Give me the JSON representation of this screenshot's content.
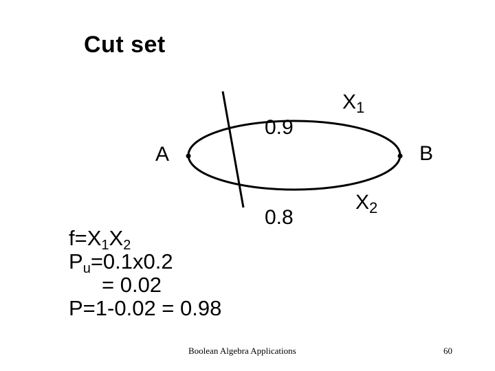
{
  "slide": {
    "title": "Cut set",
    "footer_center": "Boolean Algebra Applications",
    "page_number": "60"
  },
  "diagram": {
    "node_a": "A",
    "node_b": "B",
    "upper_path": {
      "name": "X",
      "subscript": "1",
      "probability": "0.9"
    },
    "lower_path": {
      "name": "X",
      "subscript": "2",
      "probability": "0.8"
    }
  },
  "formulas": {
    "f_prefix": "f=",
    "f_x1": "X",
    "f_x1_sub": "1",
    "f_x2": "X",
    "f_x2_sub": "2",
    "pu_p": "P",
    "pu_sub": "u",
    "pu_rest": "=0.1x0.2",
    "pu_result": "= 0.02",
    "p_final": "P=1-0.02 = 0.98"
  }
}
